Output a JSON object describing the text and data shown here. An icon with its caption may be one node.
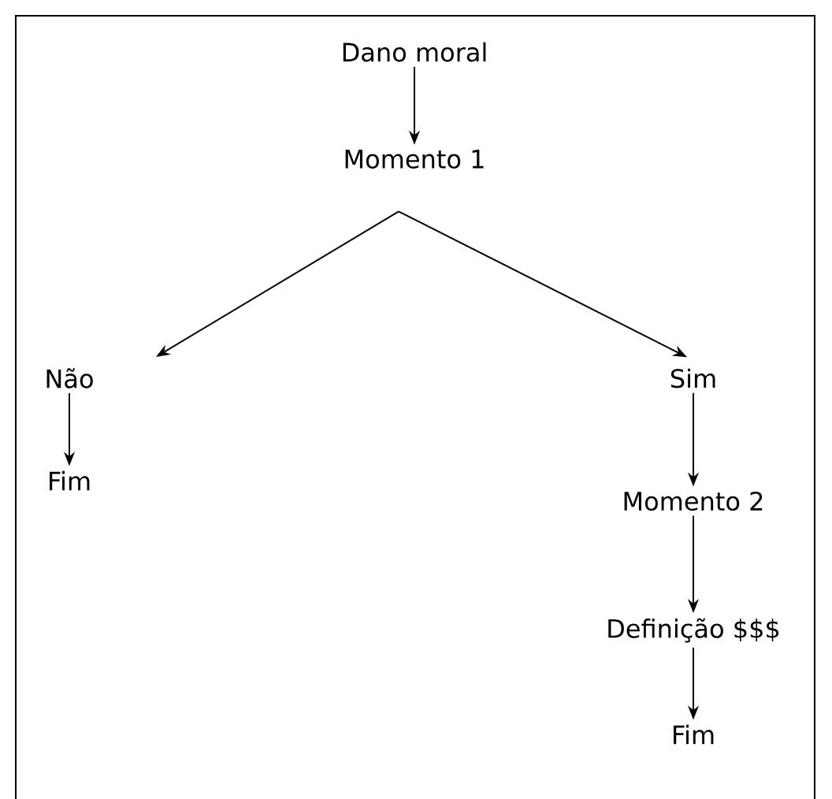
{
  "diagram": {
    "nodes": [
      {
        "text": [
          "Dano moral"
        ]
      },
      {
        "text": [
          "Momento 1"
        ]
      },
      {
        "text": [
          "Não"
        ]
      },
      {
        "text": [
          "Sim"
        ]
      },
      {
        "text": [
          "Fim"
        ]
      },
      {
        "text": [
          "Momento 2"
        ]
      },
      {
        "text": [
          "Definição $$$"
        ]
      },
      {
        "text": [
          "Fim"
        ]
      }
    ],
    "edges": [
      {
        "from": 0,
        "to": 1,
        "arrow": "to"
      },
      {
        "from": 1,
        "to": 2,
        "arrow": "to"
      },
      {
        "from": 1,
        "to": 3,
        "arrow": "to"
      },
      {
        "from": 2,
        "to": 4,
        "arrow": "to"
      },
      {
        "from": 3,
        "to": 5,
        "arrow": "to"
      },
      {
        "from": 5,
        "to": 6,
        "arrow": "to"
      },
      {
        "from": 6,
        "to": 7,
        "arrow": "to"
      }
    ]
  }
}
